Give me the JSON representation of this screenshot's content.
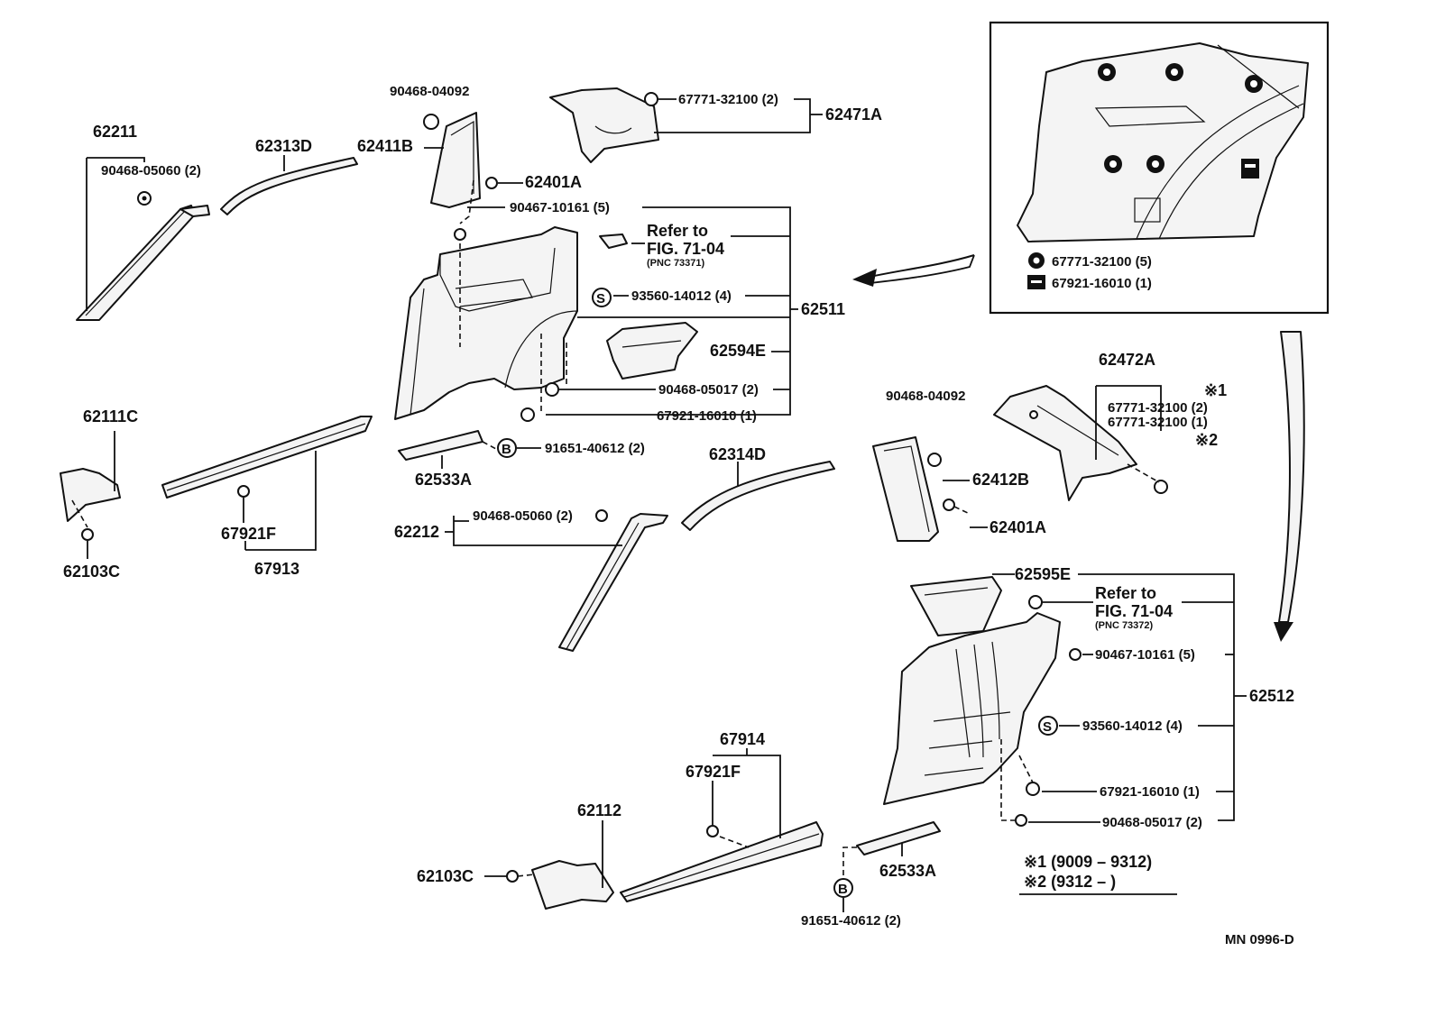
{
  "labels": {
    "p62211": "62211",
    "p62211_clip": "90468-05060 (2)",
    "p62313D": "62313D",
    "p62411B": "62411B",
    "p62411B_clip": "90468-04092",
    "p62401A_top": "62401A",
    "p90467_top": "90467-10161 (5)",
    "refer_top_1": "Refer to",
    "refer_top_2": "FIG. 71-04",
    "refer_top_pnc": "(PNC 73371)",
    "p93560_top": "93560-14012 (4)",
    "p62511": "62511",
    "p62594E": "62594E",
    "p90468_05017_top": "90468-05017 (2)",
    "p67921_16010_top": "67921-16010 (1)",
    "p67771_top": "67771-32100 (2)",
    "p62471A": "62471A",
    "p62111C": "62111C",
    "p62103C_top": "62103C",
    "p67921F_top": "67921F",
    "p67913": "67913",
    "p62533A_top": "62533A",
    "p91651_top": "91651-40612 (2)",
    "p62212": "62212",
    "p62212_clip": "90468-05060 (2)",
    "p62314D": "62314D",
    "p62412B": "62412B",
    "p62412B_clip": "90468-04092",
    "p62401A_mid": "62401A",
    "p62472A": "62472A",
    "star1_top": "※1",
    "p67771_2": "67771-32100 (2)",
    "p67771_1": "67771-32100 (1)",
    "star2_top": "※2",
    "p62595E": "62595E",
    "refer_bot_1": "Refer to",
    "refer_bot_2": "FIG. 71-04",
    "refer_bot_pnc": "(PNC 73372)",
    "p90467_bot": "90467-10161 (5)",
    "p62512": "62512",
    "p93560_bot": "93560-14012 (4)",
    "p67921_16010_bot": "67921-16010 (1)",
    "p90468_05017_bot": "90468-05017 (2)",
    "p67914": "67914",
    "p67921F_bot": "67921F",
    "p62112": "62112",
    "p62103C_bot": "62103C",
    "p62533A_bot": "62533A",
    "p91651_bot": "91651-40612 (2)",
    "inset_legend_1": "67771-32100 (5)",
    "inset_legend_2": "67921-16010 (1)",
    "note_star1": "※1 (9009 – 9312)",
    "note_star2": "※2 (9312 –        )",
    "sym_S": "S",
    "sym_B": "B",
    "figure_code": "MN 0996-D"
  }
}
